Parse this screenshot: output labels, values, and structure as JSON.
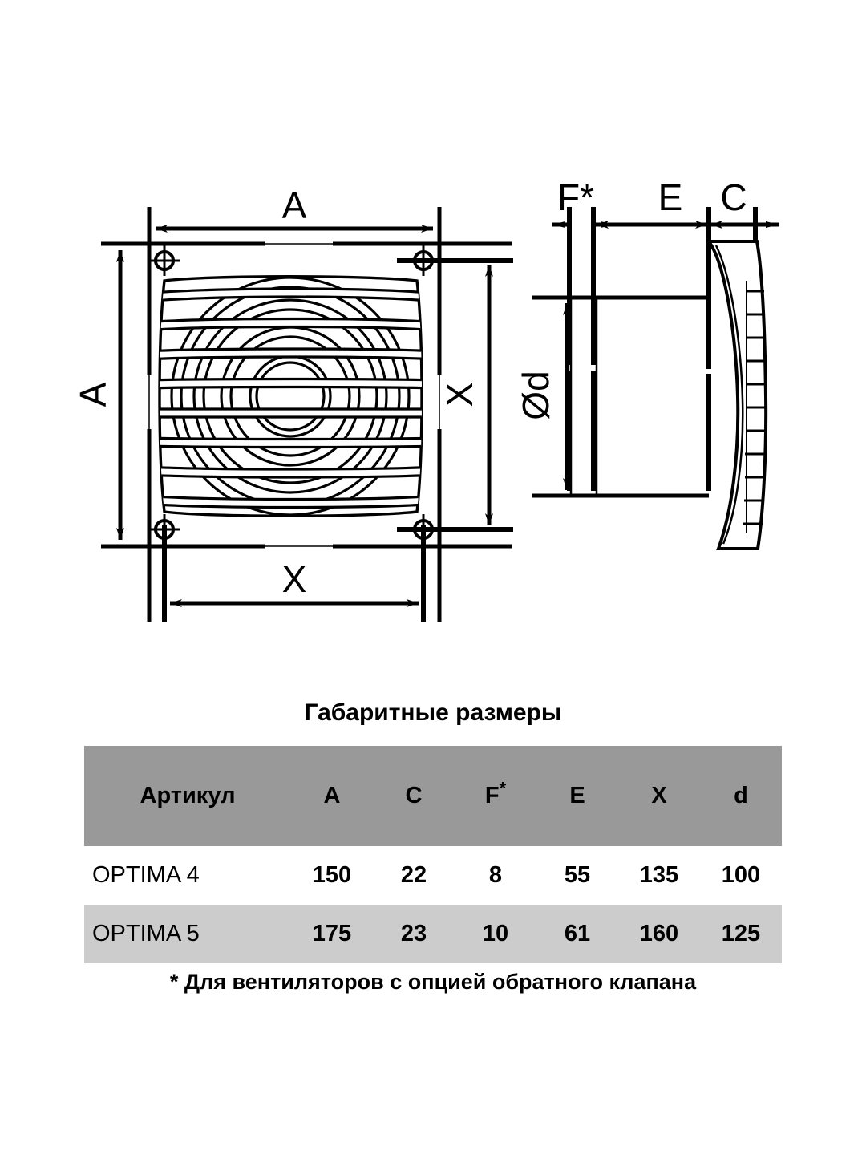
{
  "drawing": {
    "front_view": {
      "dim_top_label": "A",
      "dim_left_label": "A",
      "dim_right_label": "X",
      "dim_bottom_label": "X"
    },
    "side_view": {
      "dim_f_label": "F",
      "dim_f_star": "*",
      "dim_e_label": "E",
      "dim_c_label": "C",
      "dim_diameter_label": "Ød"
    }
  },
  "table": {
    "title": "Габаритные размеры",
    "headers": {
      "article": "Артикул",
      "a": "A",
      "c": "C",
      "f": "F",
      "f_star": "*",
      "e": "E",
      "x": "X",
      "d": "d"
    },
    "rows": [
      {
        "article": "OPTIMA 4",
        "a": "150",
        "c": "22",
        "f": "8",
        "e": "55",
        "x": "135",
        "d": "100"
      },
      {
        "article": "OPTIMA 5",
        "a": "175",
        "c": "23",
        "f": "10",
        "e": "61",
        "x": "160",
        "d": "125"
      }
    ],
    "footnote": "* Для вентиляторов с опцией обратного клапана",
    "colors": {
      "header_bg": "#999999",
      "alt_row_bg": "#cccccc",
      "text": "#000000",
      "page_bg": "#ffffff"
    }
  }
}
